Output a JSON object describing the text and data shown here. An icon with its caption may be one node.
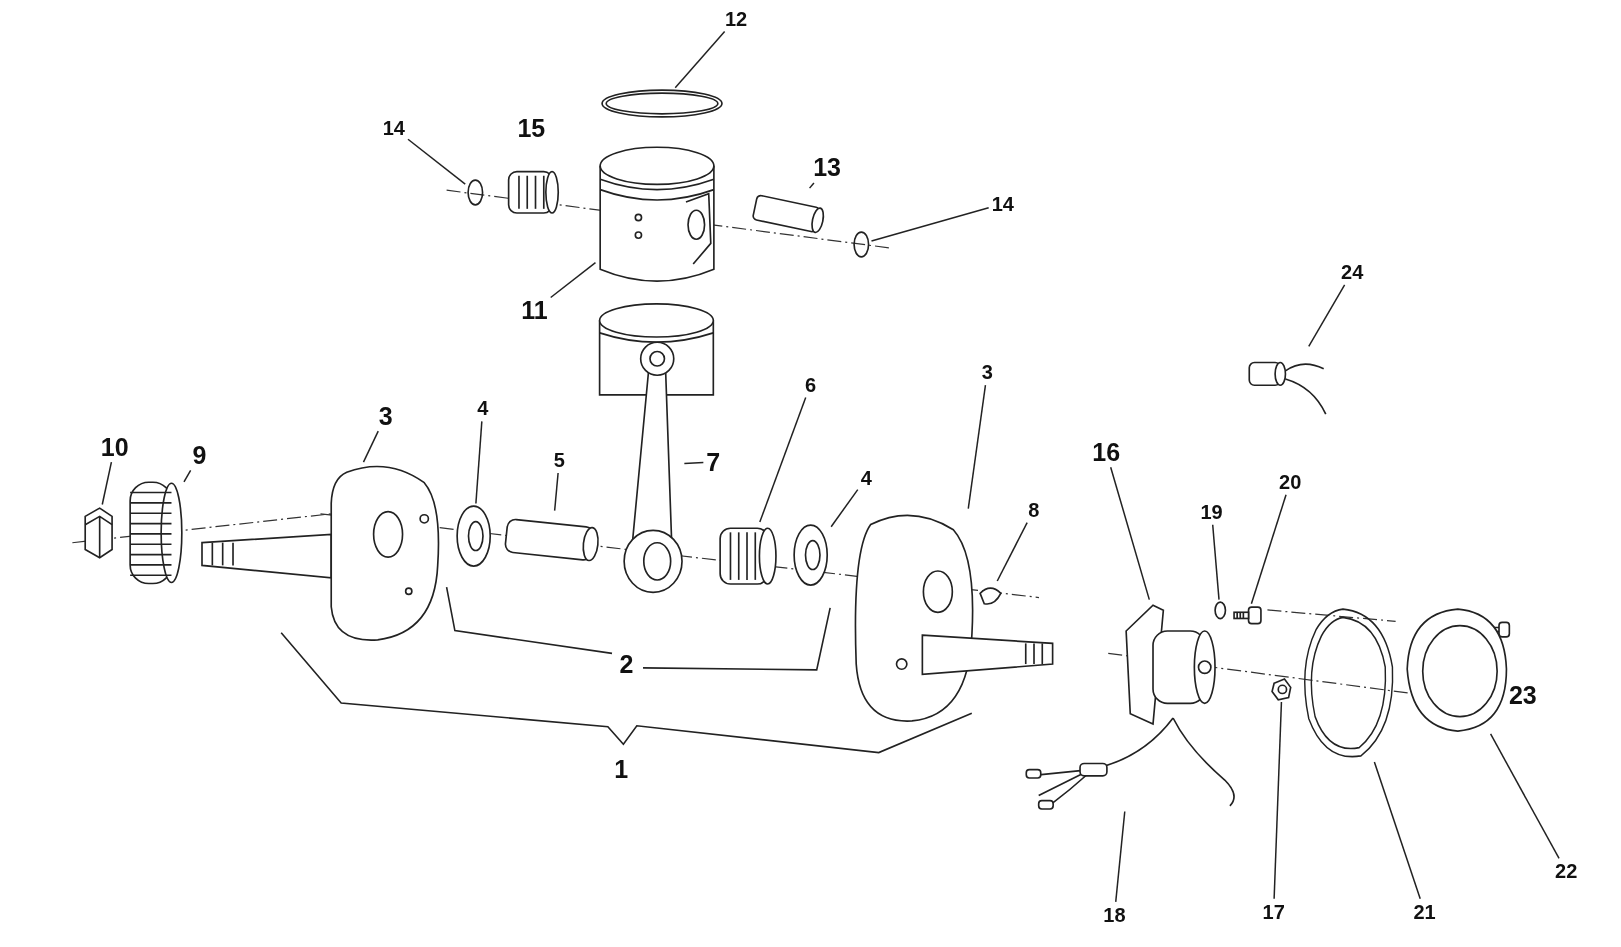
{
  "diagram": {
    "nodes": [
      {
        "text": [
          "12"
        ]
      },
      {
        "text": [],
        "shape": "picture"
      },
      {
        "text": [
          "14"
        ]
      },
      {
        "text": [],
        "shape": "circle"
      },
      {
        "text": [
          "13"
        ]
      },
      {
        "text": [],
        "shape": "cylinder"
      },
      {
        "text": [
          "14"
        ]
      },
      {
        "text": [],
        "shape": "circle"
      },
      {
        "text": [
          "11"
        ]
      },
      {
        "text": [],
        "shape": "picture"
      },
      {
        "text": [
          "24"
        ]
      },
      {
        "text": [],
        "shape": "picture"
      },
      {
        "text": [
          "10"
        ]
      },
      {
        "text": [],
        "shape": "picture"
      },
      {
        "text": [
          "9"
        ]
      },
      {
        "text": [],
        "shape": "picture"
      },
      {
        "text": [
          "3"
        ]
      },
      {
        "text": [],
        "shape": "picture"
      },
      {
        "text": [
          "4"
        ]
      },
      {
        "text": [],
        "shape": "picture"
      },
      {
        "text": [
          "5"
        ]
      },
      {
        "text": [],
        "shape": "cylinder"
      },
      {
        "text": [
          "7"
        ]
      },
      {
        "text": [],
        "shape": "picture"
      },
      {
        "text": [
          "6"
        ]
      },
      {
        "text": [],
        "shape": "picture"
      },
      {
        "text": [
          "4"
        ]
      },
      {
        "text": [],
        "shape": "picture"
      },
      {
        "text": [
          "3"
        ]
      },
      {
        "text": [],
        "shape": "picture"
      },
      {
        "text": [
          "8"
        ]
      },
      {
        "text": [],
        "shape": "picture"
      },
      {
        "text": [
          "16"
        ]
      },
      {
        "text": [],
        "shape": "picture"
      },
      {
        "text": [
          "19"
        ]
      },
      {
        "text": [],
        "shape": "circle"
      },
      {
        "text": [
          "20"
        ]
      },
      {
        "text": [],
        "shape": "picture"
      },
      {
        "text": [
          "18"
        ]
      },
      {
        "text": [],
        "shape": "picture"
      },
      {
        "text": [
          "17"
        ]
      },
      {
        "text": [],
        "shape": "picture"
      },
      {
        "text": [
          "21"
        ]
      },
      {
        "text": [],
        "shape": "picture"
      },
      {
        "text": [
          "22"
        ]
      },
      {
        "text": [],
        "shape": "picture"
      }
    ],
    "edges": [
      {
        "from": 0,
        "to": 1,
        "arrow": "none"
      },
      {
        "from": 2,
        "to": 3,
        "arrow": "none"
      },
      {
        "from": 4,
        "to": 5,
        "arrow": "none"
      },
      {
        "from": 6,
        "to": 7,
        "arrow": "none"
      },
      {
        "from": 8,
        "to": 9,
        "arrow": "none"
      },
      {
        "from": 10,
        "to": 11,
        "arrow": "none"
      },
      {
        "from": 12,
        "to": 13,
        "arrow": "none"
      },
      {
        "from": 14,
        "to": 15,
        "arrow": "none"
      },
      {
        "from": 16,
        "to": 17,
        "arrow": "none"
      },
      {
        "from": 18,
        "to": 19,
        "arrow": "none"
      },
      {
        "from": 20,
        "to": 21,
        "arrow": "none"
      },
      {
        "from": 22,
        "to": 23,
        "arrow": "none"
      },
      {
        "from": 24,
        "to": 25,
        "arrow": "none"
      },
      {
        "from": 26,
        "to": 27,
        "arrow": "none"
      },
      {
        "from": 28,
        "to": 29,
        "arrow": "none"
      },
      {
        "from": 30,
        "to": 31,
        "arrow": "none"
      },
      {
        "from": 32,
        "to": 33,
        "arrow": "none"
      },
      {
        "from": 34,
        "to": 35,
        "arrow": "none"
      },
      {
        "from": 36,
        "to": 37,
        "arrow": "none"
      },
      {
        "from": 38,
        "to": 39,
        "arrow": "none"
      },
      {
        "from": 40,
        "to": 41,
        "arrow": "none"
      },
      {
        "from": 42,
        "to": 43,
        "arrow": "none"
      },
      {
        "from": 44,
        "to": 45,
        "arrow": "none"
      }
    ],
    "labels": [
      "15",
      "23",
      "2",
      "1"
    ]
  }
}
